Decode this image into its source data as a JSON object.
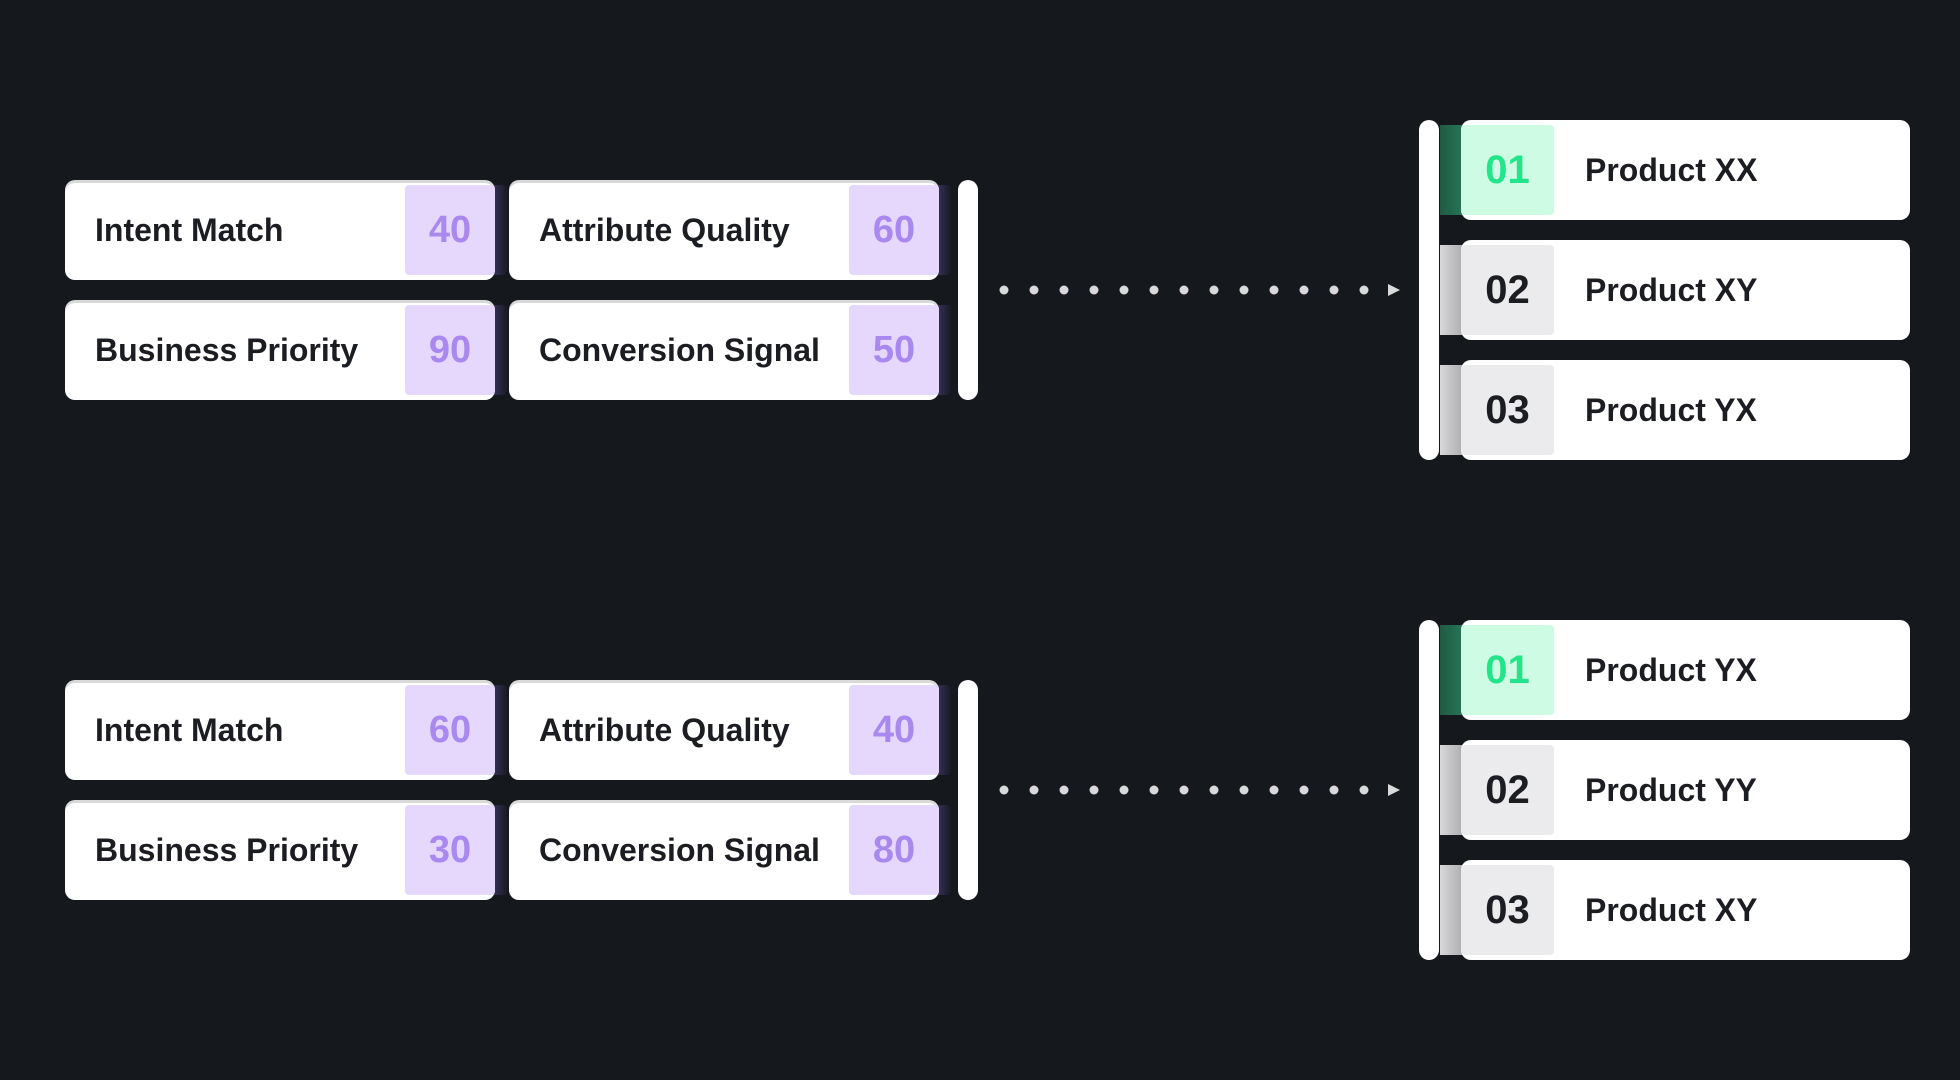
{
  "colors": {
    "background": "#15181d",
    "card": "#ffffff",
    "score_bg": "#e5d8fc",
    "score_text": "#a988ef",
    "top_rank_bg": "#cdfbe3",
    "top_rank_text": "#22e58a",
    "rank_bg": "#ebebed",
    "text": "#1c1d22"
  },
  "groups": [
    {
      "factors": {
        "intent_match": {
          "label": "Intent Match",
          "score": "40"
        },
        "attribute_quality": {
          "label": "Attribute Quality",
          "score": "60"
        },
        "business_priority": {
          "label": "Business Priority",
          "score": "90"
        },
        "conversion_signal": {
          "label": "Conversion Signal",
          "score": "50"
        }
      },
      "results": [
        {
          "rank": "01",
          "product": "Product XX"
        },
        {
          "rank": "02",
          "product": "Product XY"
        },
        {
          "rank": "03",
          "product": "Product YX"
        }
      ]
    },
    {
      "factors": {
        "intent_match": {
          "label": "Intent Match",
          "score": "60"
        },
        "attribute_quality": {
          "label": "Attribute Quality",
          "score": "40"
        },
        "business_priority": {
          "label": "Business Priority",
          "score": "30"
        },
        "conversion_signal": {
          "label": "Conversion Signal",
          "score": "80"
        }
      },
      "results": [
        {
          "rank": "01",
          "product": "Product YX"
        },
        {
          "rank": "02",
          "product": "Product YY"
        },
        {
          "rank": "03",
          "product": "Product XY"
        }
      ]
    }
  ]
}
